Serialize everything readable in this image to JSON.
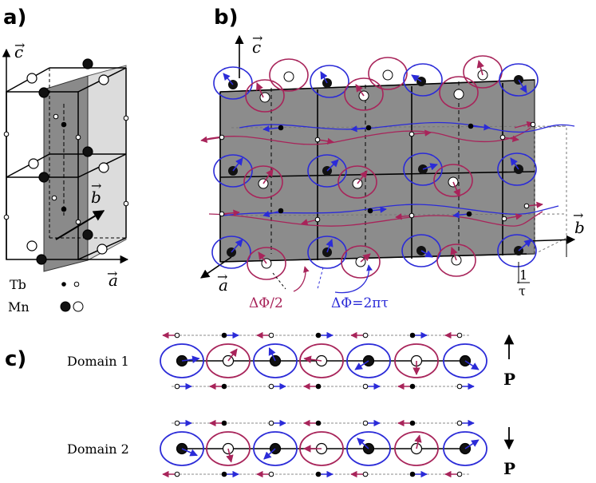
{
  "colors": {
    "blue": "#2b2bd8",
    "red": "#a8245a",
    "gray": "#9a9a9a",
    "light_gray": "#d8d8d8"
  },
  "labels": {
    "panel_a": "a)",
    "panel_b": "b)",
    "panel_c": "c)",
    "axis_a": "a",
    "axis_b": "b",
    "axis_c": "c",
    "legend_tb": "Tb",
    "legend_mn": "Mn",
    "delta_phi_half": "ΔΦ/2",
    "delta_phi_full": "ΔΦ=2πτ",
    "inv_tau_num": "1",
    "inv_tau_den": "τ",
    "domain_1": "Domain 1",
    "domain_2": "Domain 2",
    "polarization": "P"
  },
  "domains": [
    {
      "arrow": "up",
      "mn_angles_deg": [
        10,
        60,
        110,
        170,
        220,
        270,
        320
      ],
      "tb_top_red": true
    },
    {
      "arrow": "down",
      "mn_angles_deg": [
        330,
        280,
        230,
        180,
        130,
        80,
        40
      ],
      "tb_top_red": false
    }
  ]
}
